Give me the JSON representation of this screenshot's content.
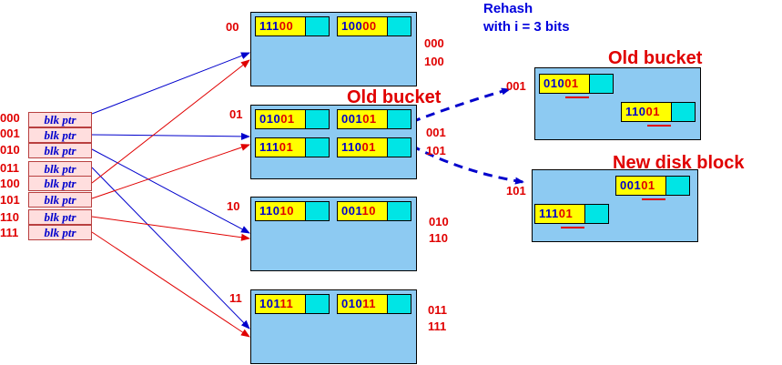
{
  "directory": {
    "prefixes": [
      "000",
      "001",
      "010",
      "011",
      "100",
      "101",
      "110",
      "111"
    ],
    "cell_label": "blk ptr"
  },
  "buckets": [
    {
      "label": "00",
      "tags": [
        "000",
        "100"
      ],
      "records": [
        {
          "hi": "111",
          "lo": "00"
        },
        {
          "hi": "100",
          "lo": "00"
        }
      ]
    },
    {
      "label": "01",
      "tags": [
        "001",
        "101"
      ],
      "records": [
        {
          "hi": "010",
          "lo": "01"
        },
        {
          "hi": "001",
          "lo": "01"
        },
        {
          "hi": "111",
          "lo": "01"
        },
        {
          "hi": "110",
          "lo": "01"
        }
      ]
    },
    {
      "label": "10",
      "tags": [
        "010",
        "110"
      ],
      "records": [
        {
          "hi": "110",
          "lo": "10"
        },
        {
          "hi": "001",
          "lo": "10"
        }
      ]
    },
    {
      "label": "11",
      "tags": [
        "011",
        "111"
      ],
      "records": [
        {
          "hi": "101",
          "lo": "11"
        },
        {
          "hi": "010",
          "lo": "11"
        }
      ]
    }
  ],
  "rehash": {
    "line1": "Rehash",
    "line2": "with i = 3 bits"
  },
  "old_bucket_title": "Old bucket",
  "old_bucket_right_title": "Old bucket",
  "new_block_title": "New disk block",
  "old_block": {
    "label": "001",
    "records": [
      {
        "hi": "010",
        "lo": "01"
      },
      {
        "hi": "110",
        "lo": "01"
      }
    ]
  },
  "new_block": {
    "label": "101",
    "records": [
      {
        "hi": "001",
        "lo": "01"
      },
      {
        "hi": "111",
        "lo": "01"
      }
    ]
  },
  "colors": {
    "blue": "#0000cc",
    "red": "#e00000",
    "bucket": "#8dcaf2",
    "key": "#ffff00",
    "pad": "#00e5e5",
    "pointer_fill": "#ffdede"
  }
}
